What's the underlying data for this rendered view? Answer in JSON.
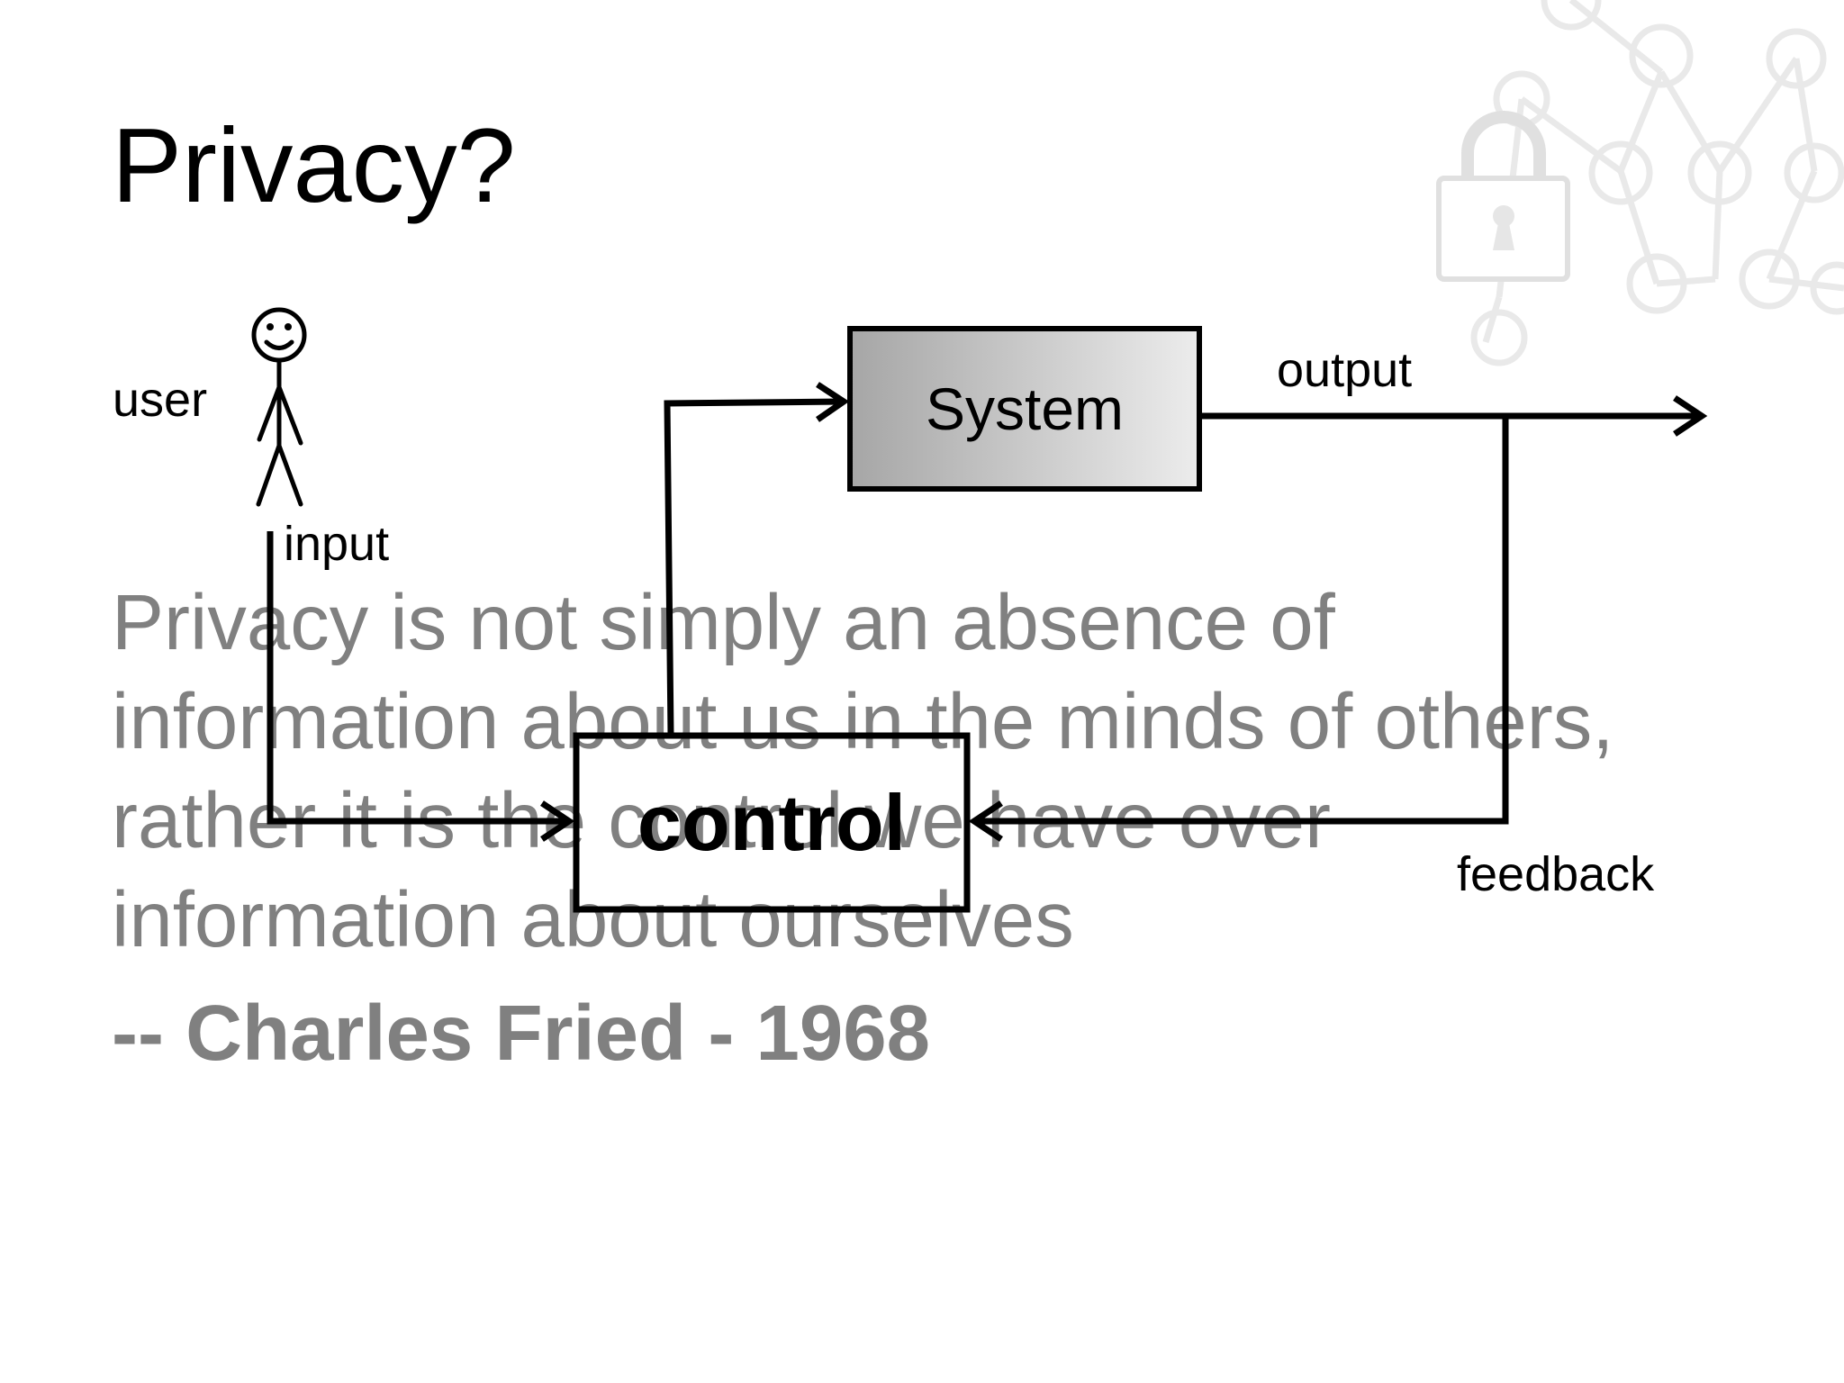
{
  "slide": {
    "title": "Privacy?",
    "quote": "Privacy is not simply an absence of information about us in the minds of others, rather it is the control we have over information about ourselves",
    "attribution": "-- Charles Fried - 1968"
  },
  "diagram": {
    "labels": {
      "user": "user",
      "input": "input",
      "system": "System",
      "output": "output",
      "control": "control",
      "feedback": "feedback"
    },
    "colors": {
      "line": "#000000",
      "system_gradient_start": "#a6a6a6",
      "system_gradient_end": "#ececec",
      "quote_text": "#808080",
      "decor": "#e6e6e6"
    }
  },
  "decoration": {
    "icon": "padlock-network-icon"
  }
}
